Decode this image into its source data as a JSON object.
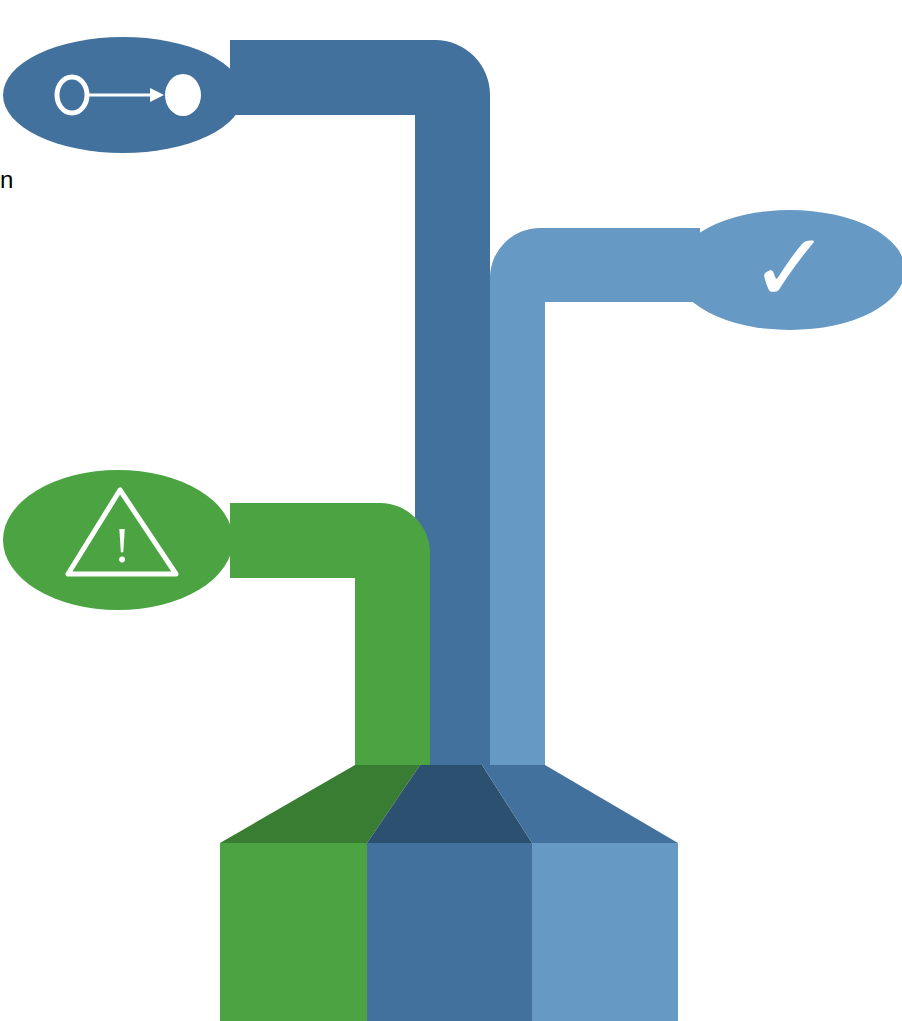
{
  "diagram": {
    "labels": [
      "n",
      "✓",
      "!"
    ]
  }
}
